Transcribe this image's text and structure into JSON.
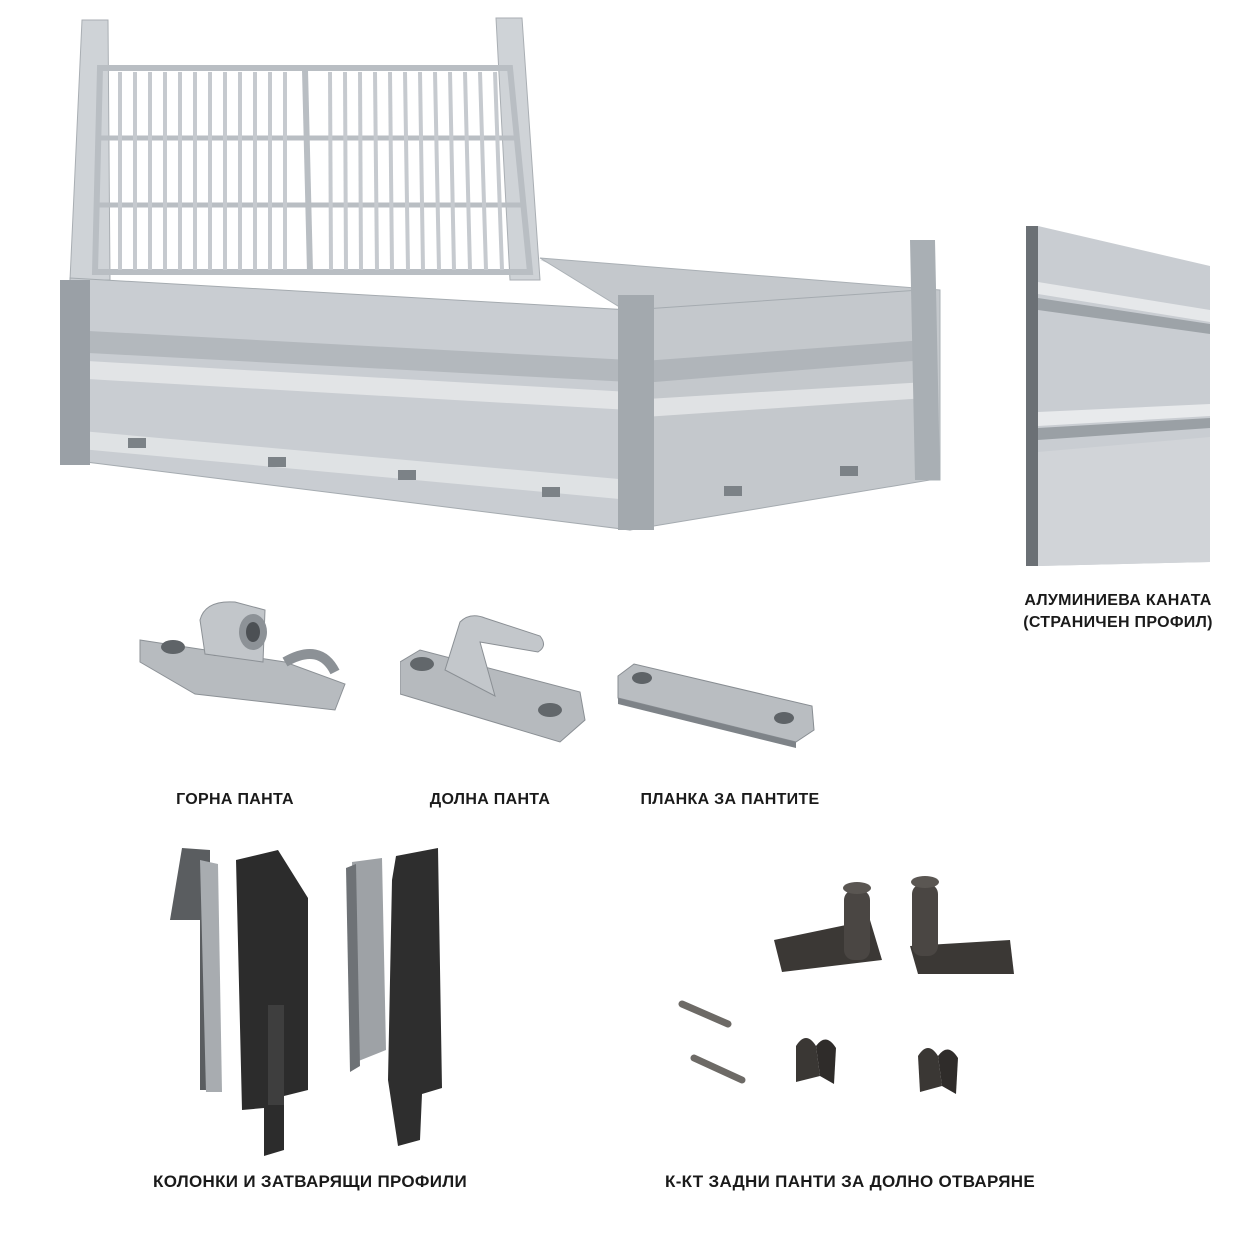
{
  "labels": {
    "channel_line1": "АЛУМИНИЕВА   КАНАТА",
    "channel_line2": "(СТРАНИЧЕН ПРОФИЛ)",
    "upper_hinge": "ГОРНА ПАНТА",
    "lower_hinge": "ДОЛНА ПАНТА",
    "hinge_plate": "ПЛАНКА ЗА ПАНТИТЕ",
    "columns": "КОЛОНКИ И ЗАТВАРЯЩИ ПРОФИЛИ",
    "rear_hinges": "К-КТ ЗАДНИ ПАНТИ ЗА ДОЛНО ОТВАРЯНЕ"
  },
  "colors": {
    "aluminium": "#c9cdd2",
    "aluminium_dark": "#9aa0a6",
    "steel": "#b8bcc0",
    "black_profile": "#2b2b2b",
    "cast_iron": "#3a3734"
  }
}
